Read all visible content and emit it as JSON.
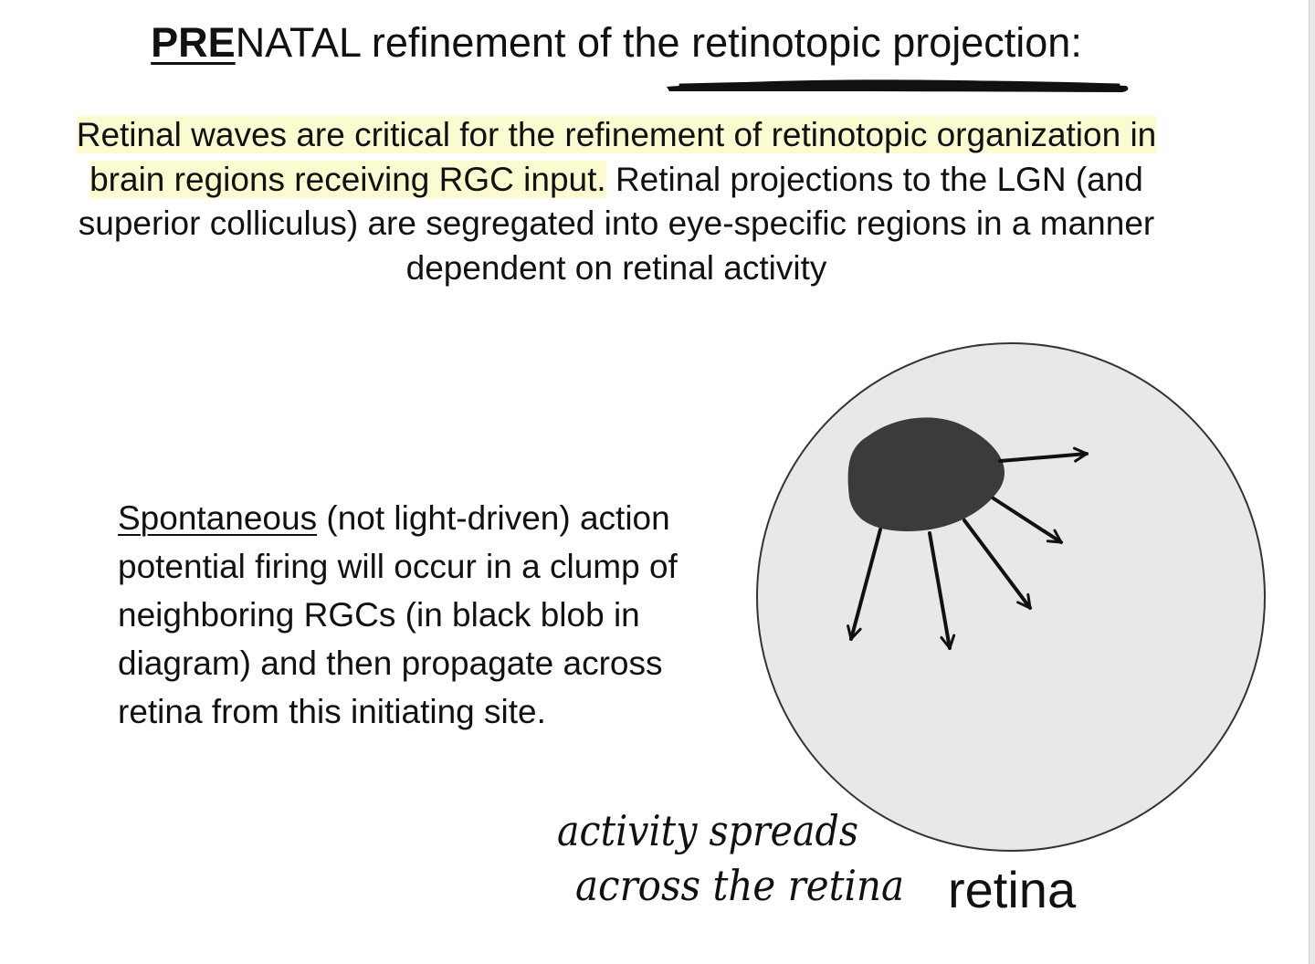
{
  "title": {
    "pre": "PRE",
    "rest": "NATAL refinement of the retinotopic projection:"
  },
  "intro": {
    "highlighted": "Retinal waves are critical for the refinement of retinotopic organization in brain regions receiving RGC input.",
    "rest": "Retinal projections to the LGN (and superior colliculus) are segregated into eye-specific regions in a manner dependent on retinal activity"
  },
  "body": {
    "underlined": "Spontaneous",
    "rest": "(not light-driven) action potential firing will occur in a clump of neighboring RGCs (in black blob in diagram) and then propagate across retina from this initiating site."
  },
  "diagram": {
    "label": "retina",
    "handwritten_note": [
      "activity spreads",
      "across the retina"
    ],
    "colors": {
      "retina_fill": "#e8e8e8",
      "blob_fill": "#3b3b3b",
      "highlight": "#fbfbd2",
      "ink": "#111111"
    }
  }
}
